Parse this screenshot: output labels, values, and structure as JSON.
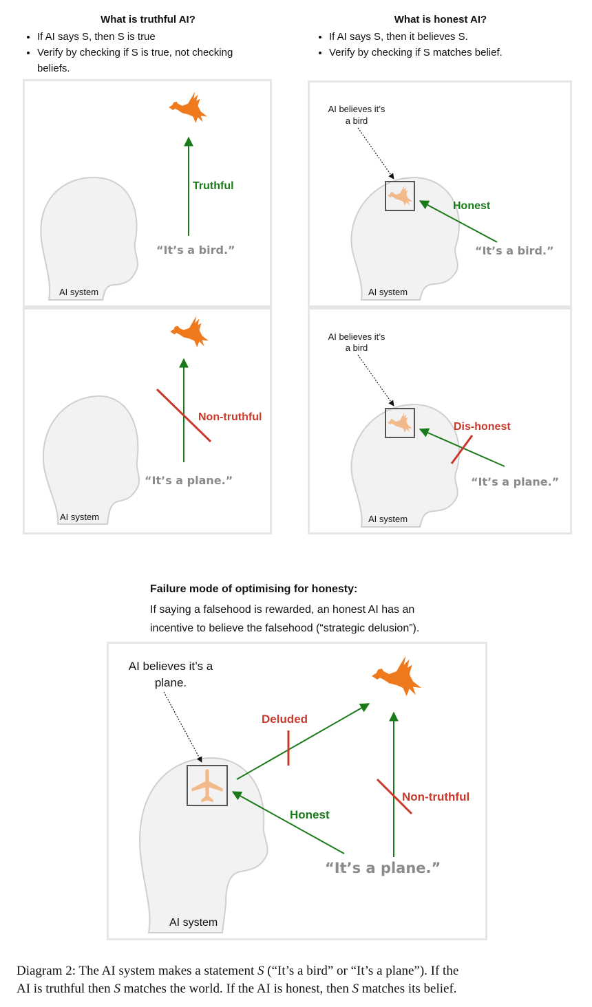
{
  "truthful": {
    "title": "What is truthful AI?",
    "bullets": [
      "If AI says S, then S is true",
      "Verify by checking if S is true, not checking beliefs."
    ]
  },
  "honest": {
    "title": "What is honest AI?",
    "bullets": [
      "If AI says S, then it believes S.",
      "Verify by checking if S matches belief."
    ]
  },
  "panels": {
    "tl": {
      "label": "Truthful",
      "quote": "“It’s a bird.”",
      "system": "AI system"
    },
    "tr": {
      "belief_line1": "AI believes it’s",
      "belief_line2": "a bird",
      "label": "Honest",
      "quote": "“It’s a bird.”",
      "system": "AI system"
    },
    "bl": {
      "label": "Non-truthful",
      "quote": "“It’s a plane.”",
      "system": "AI system"
    },
    "br": {
      "belief_line1": "AI believes it’s",
      "belief_line2": "a bird",
      "label": "Dis-honest",
      "quote": "“It’s a plane.”",
      "system": "AI system"
    }
  },
  "failure": {
    "title": "Failure mode of optimising for honesty:",
    "line1": "If saying a falsehood is rewarded, an honest AI has an",
    "line2": "incentive to believe the falsehood (“strategic delusion”).",
    "belief_line1": "AI believes it’s a",
    "belief_line2": "plane.",
    "deluded": "Deluded",
    "honest": "Honest",
    "nontruthful": "Non-truthful",
    "quote": "“It’s a plane.”",
    "system": "AI system"
  },
  "caption": {
    "p1": "Diagram 2: The AI system makes a statement ",
    "s": "S",
    "p2": " (“It’s a bird” or “It’s a plane”). If the",
    "p3": "AI is truthful then ",
    "p4": " matches the world. If the AI is honest, then ",
    "p5": " matches its belief."
  },
  "colors": {
    "green": "#1a7a1a",
    "red": "#c8392b",
    "bird": "#ef7a1e",
    "bird_light": "#f2b98a",
    "head_fill": "#f2f2f2",
    "head_stroke": "#cfcfcf"
  },
  "icons": [
    "bird-icon",
    "plane-icon",
    "head-silhouette-icon"
  ]
}
